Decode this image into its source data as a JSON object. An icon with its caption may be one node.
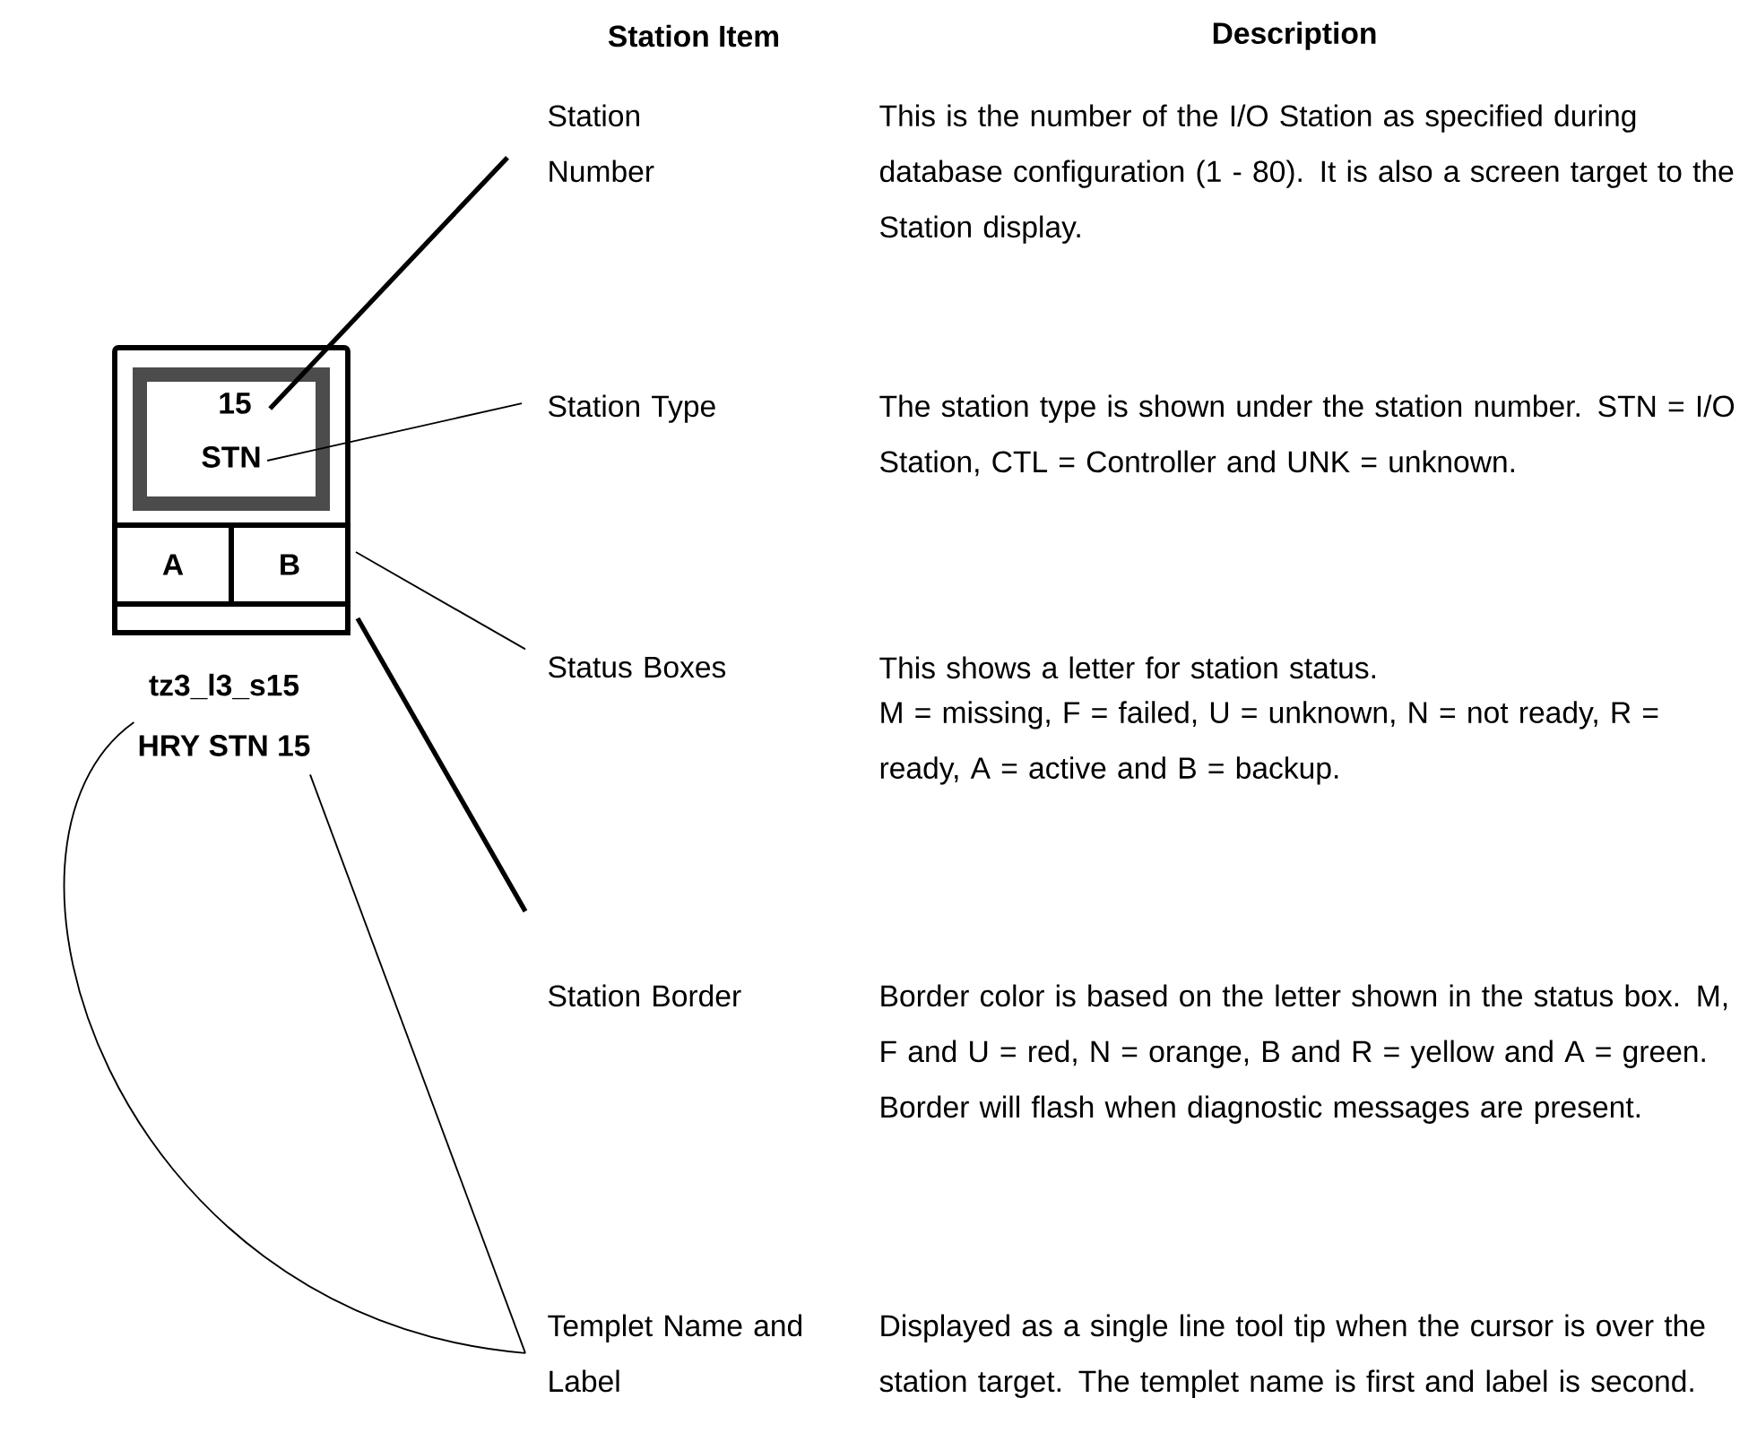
{
  "diagram": {
    "nodes": [
      {
        "text": [
          "Station Number"
        ]
      },
      {
        "text": [
          "Station Type"
        ]
      },
      {
        "text": [
          "Status Boxes"
        ]
      },
      {
        "text": [
          "Station Border"
        ]
      },
      {
        "text": [
          "Templet Name and Label"
        ]
      },
      {
        "text": [],
        "shape": "box"
      },
      {
        "text": [
          "15"
        ],
        "in": 5
      },
      {
        "text": [
          "STN"
        ],
        "in": 5
      },
      {
        "text": [
          "A"
        ],
        "in": 5
      },
      {
        "text": [
          "B"
        ],
        "in": 5
      },
      {
        "text": [],
        "shape": "bar",
        "in": 5
      },
      {
        "text": [
          "tz3_l3_s15"
        ]
      },
      {
        "text": [
          "HRY STN 15"
        ]
      }
    ],
    "edges": [
      {
        "from": 0,
        "to": 6,
        "arrow": "none",
        "style": "thick"
      },
      {
        "from": 1,
        "to": 7,
        "arrow": "none"
      },
      {
        "from": 2,
        "to": 9,
        "arrow": "none"
      },
      {
        "from": 3,
        "to": 10,
        "arrow": "none",
        "style": "thick"
      },
      {
        "from": 4,
        "to": 11,
        "arrow": "none"
      },
      {
        "from": 4,
        "to": 12,
        "arrow": "none"
      }
    ],
    "labels": [
      "Station Item",
      "Description",
      "This is the number of the I/O Station as specified during database configuration (1 - 80). It is also a screen target to the Station display.",
      "The station type is shown under the station number. STN = I/O Station, CTL = Controller and UNK = unknown.",
      "This shows a letter for station status.",
      "M = missing, F = failed, U = unknown, N = not ready, R = ready, A = active and B = backup.",
      "Border color is based on the letter shown in the status box. M, F and U = red, N = orange, B and R = yellow and A = green. Border will flash when diagnostic messages are present.",
      "Displayed as a single line tool tip when the cursor is over the station target. The templet name is first and label is second."
    ]
  }
}
